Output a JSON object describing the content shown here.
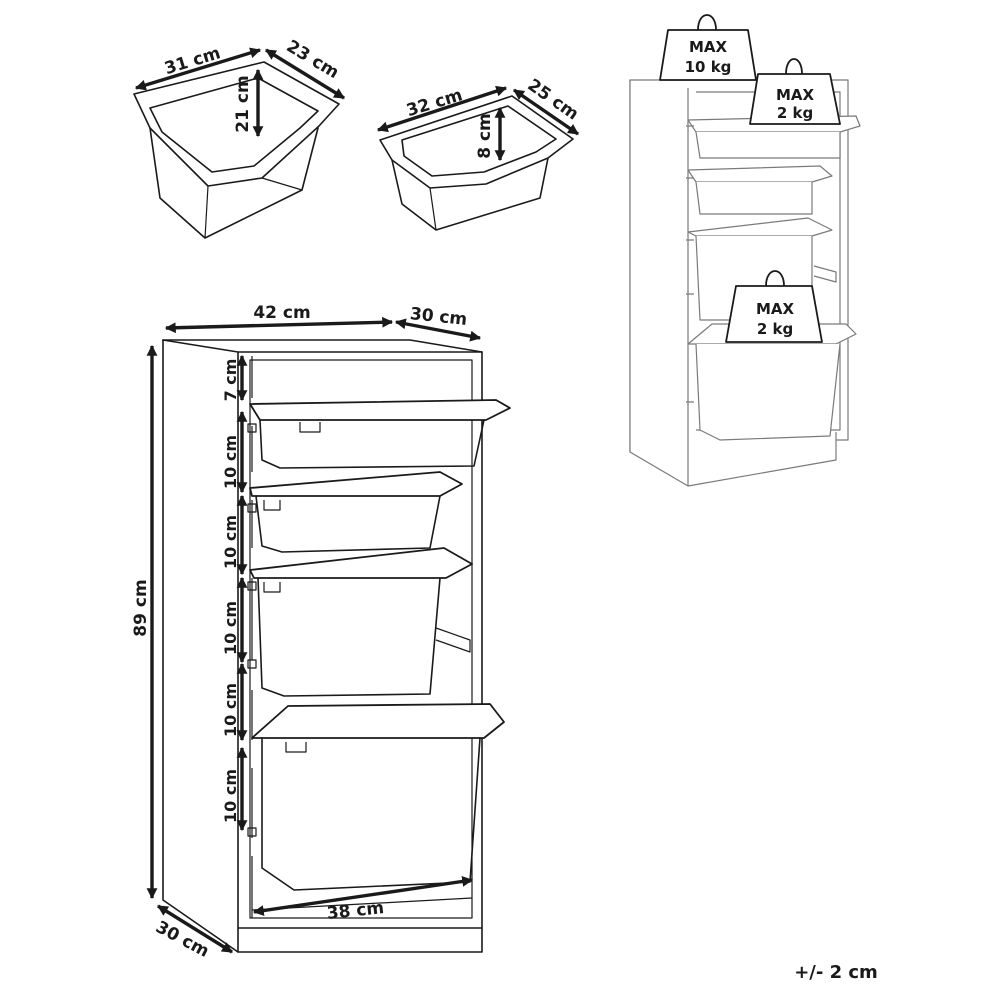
{
  "bin_large": {
    "length": "31 cm",
    "width": "23 cm",
    "height": "21 cm"
  },
  "bin_small": {
    "length": "32 cm",
    "width": "25 cm",
    "height": "8 cm"
  },
  "shelf": {
    "width": "42 cm",
    "depth_top": "30 cm",
    "height": "89 cm",
    "depth_bottom": "30 cm",
    "inner_width": "38 cm",
    "gap_top": "7 cm",
    "gap_1": "10 cm",
    "gap_2": "10 cm",
    "gap_3": "10 cm",
    "gap_4": "10 cm",
    "gap_5": "10 cm"
  },
  "loads": {
    "top": {
      "line1": "MAX",
      "line2": "10 kg"
    },
    "drawer": {
      "line1": "MAX",
      "line2": "2 kg"
    },
    "bin": {
      "line1": "MAX",
      "line2": "2 kg"
    }
  },
  "tolerance": "+/- 2 cm"
}
